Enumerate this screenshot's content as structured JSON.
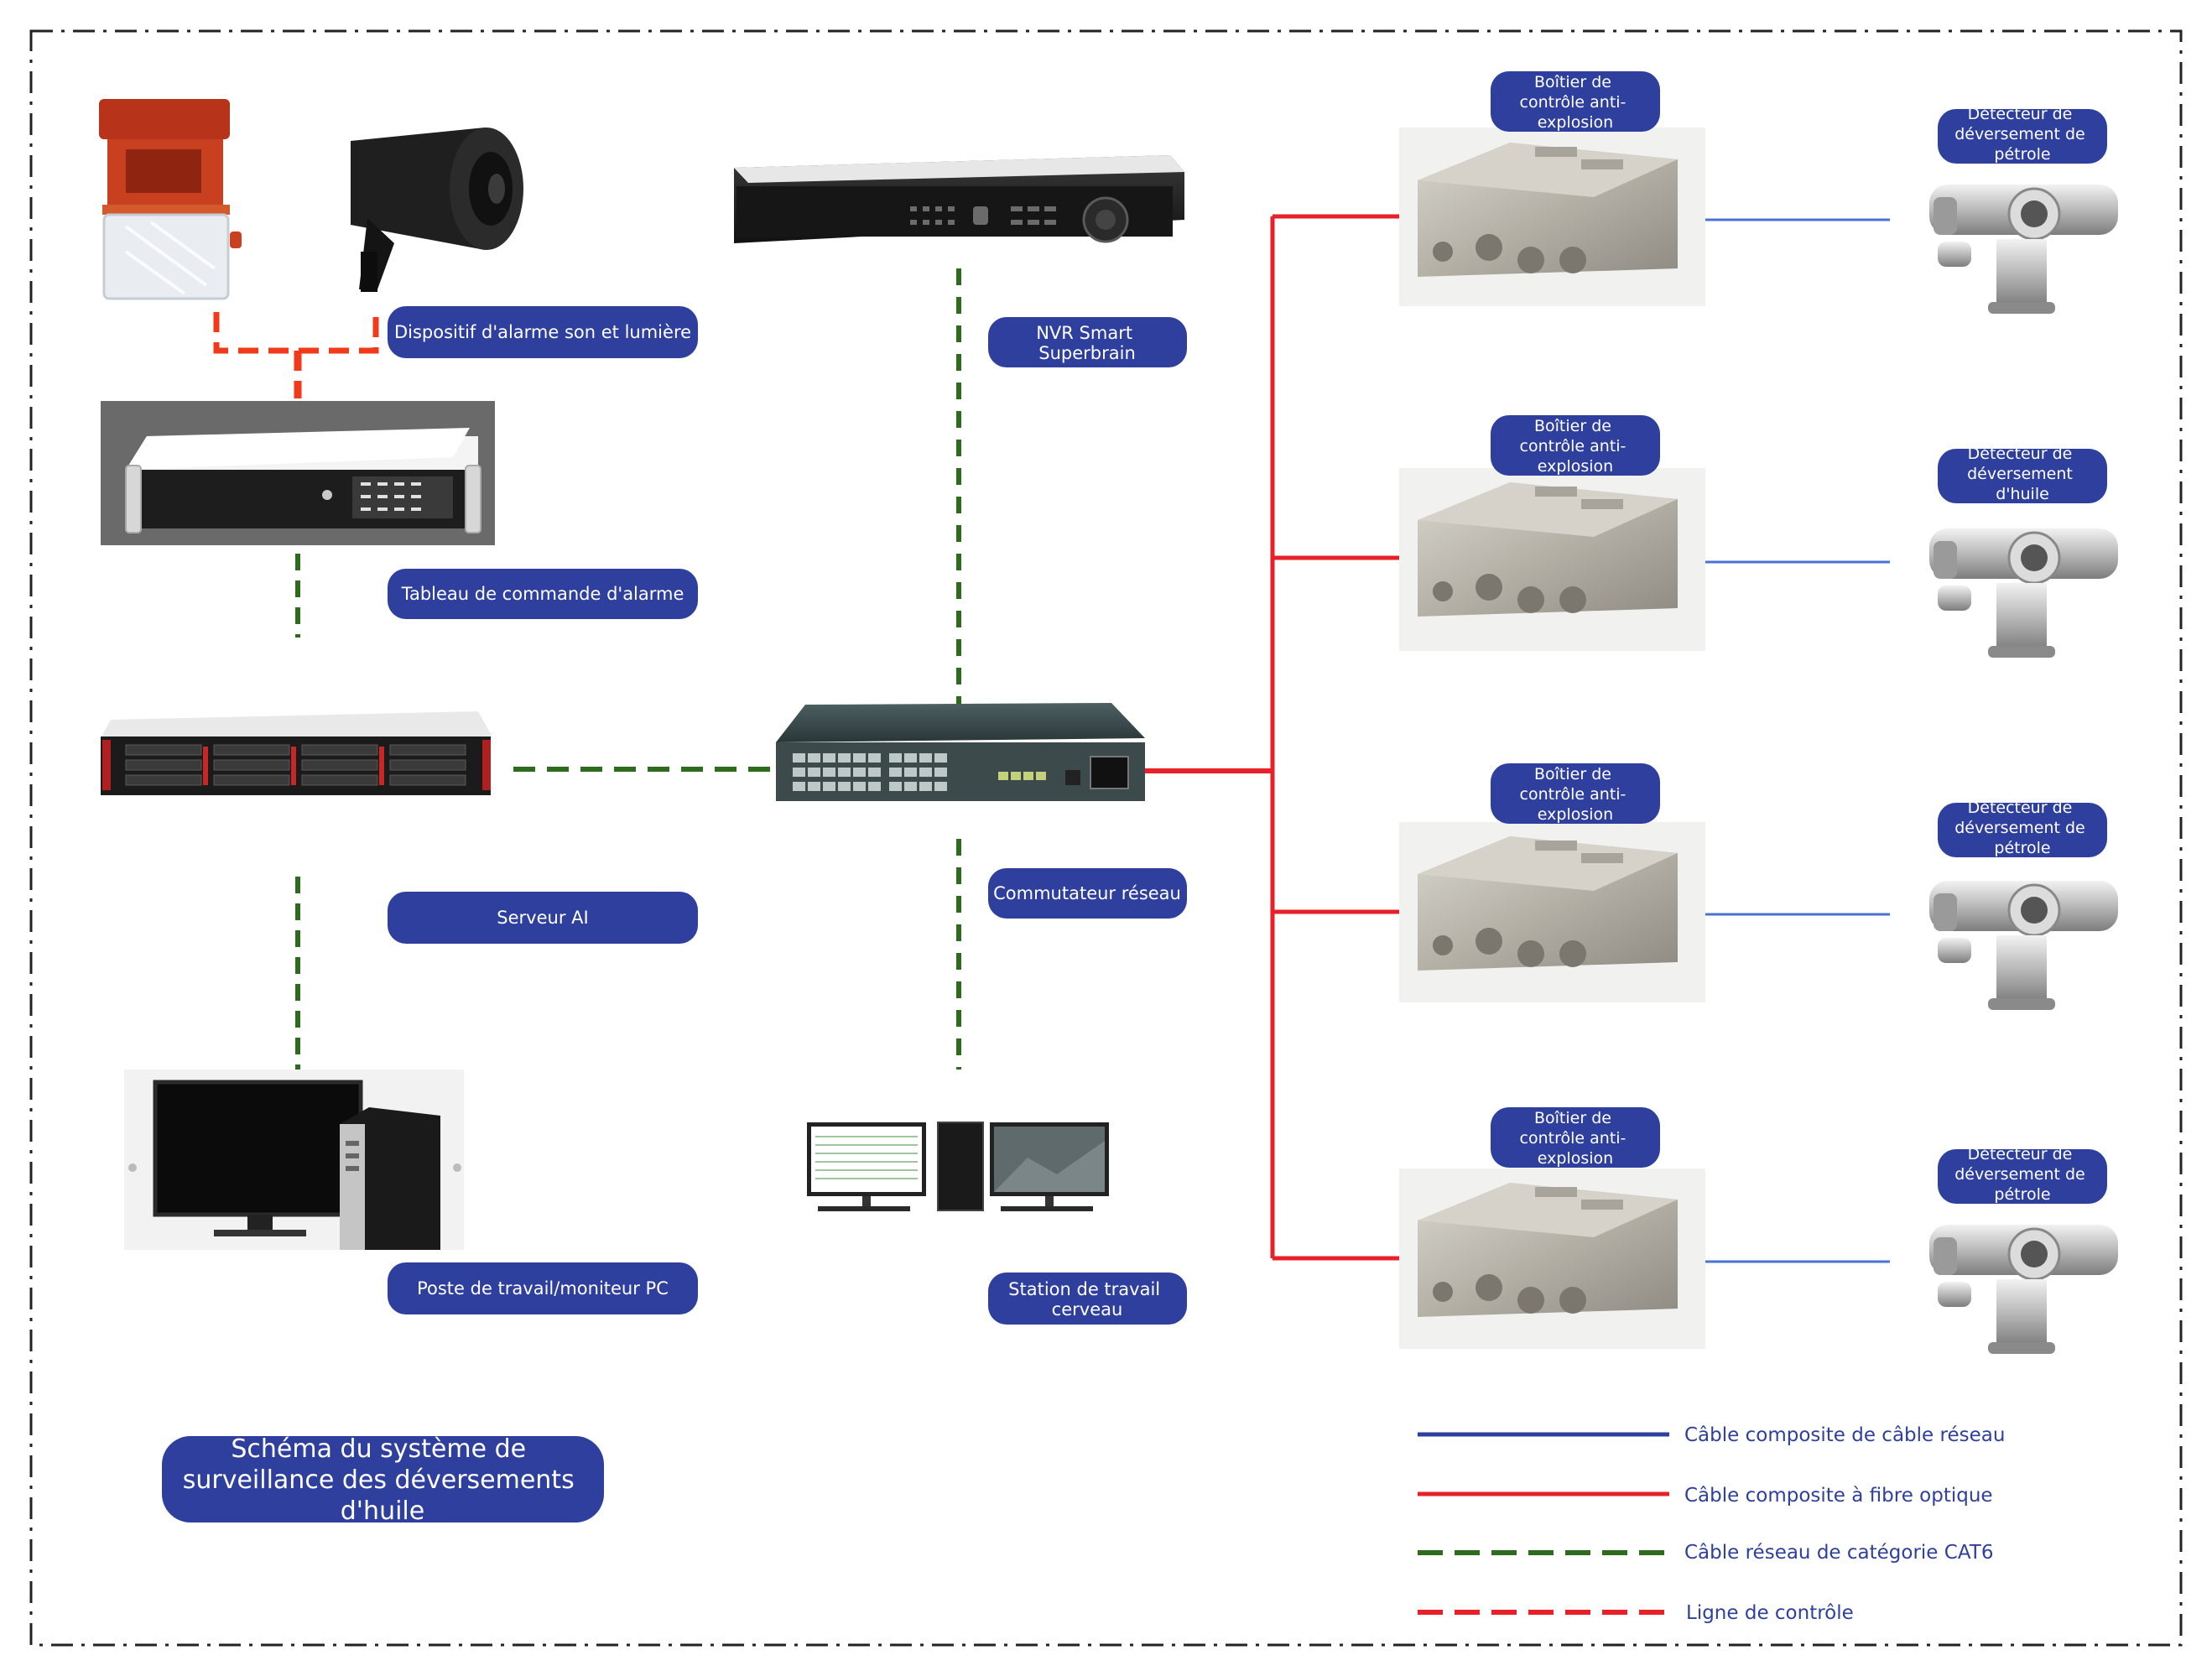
{
  "title": [
    "Schéma du système de",
    "surveillance des déversements",
    "d'huile"
  ],
  "devices": {
    "alarm_device": [
      "Dispositif d'alarme son et lumière"
    ],
    "nvr": [
      "NVR Smart",
      "Superbrain"
    ],
    "alarm_panel": [
      "Tableau de commande d'alarme"
    ],
    "ai_server": [
      "Serveur AI"
    ],
    "network_switch": [
      "Commutateur réseau"
    ],
    "pc_workstation": [
      "Poste de travail/moniteur PC"
    ],
    "brain_workstation": [
      "Station de travail",
      "cerveau"
    ]
  },
  "boxes": [
    [
      "Boîtier de",
      "contrôle anti-",
      "explosion"
    ],
    [
      "Boîtier de",
      "contrôle anti-",
      "explosion"
    ],
    [
      "Boîtier de",
      "contrôle anti-",
      "explosion"
    ],
    [
      "Boîtier de",
      "contrôle anti-",
      "explosion"
    ]
  ],
  "detectors": [
    [
      "Détecteur de",
      "déversement de",
      "pétrole"
    ],
    [
      "Détecteur de",
      "déversement",
      "d'huile"
    ],
    [
      "Détecteur de",
      "déversement de",
      "pétrole"
    ],
    [
      "Détecteur de",
      "déversement de",
      "pétrole"
    ]
  ],
  "legend": [
    {
      "label": "Câble composite de câble réseau",
      "color": "#2e3f9e",
      "style": "solid"
    },
    {
      "label": "Câble composite à fibre optique",
      "color": "#e8202a",
      "style": "solid"
    },
    {
      "label": "Câble réseau de catégorie CAT6",
      "color": "#2f6b1f",
      "style": "dashed"
    },
    {
      "label": "Ligne de contrôle",
      "color": "#e8202a",
      "style": "dashed"
    }
  ],
  "colors": {
    "pill": "#2e3f9e",
    "fiber": "#e8202a",
    "network_composite": "#4a72d6",
    "cat6": "#2f6b1f",
    "control": "#f03a1a",
    "border": "#222222"
  }
}
